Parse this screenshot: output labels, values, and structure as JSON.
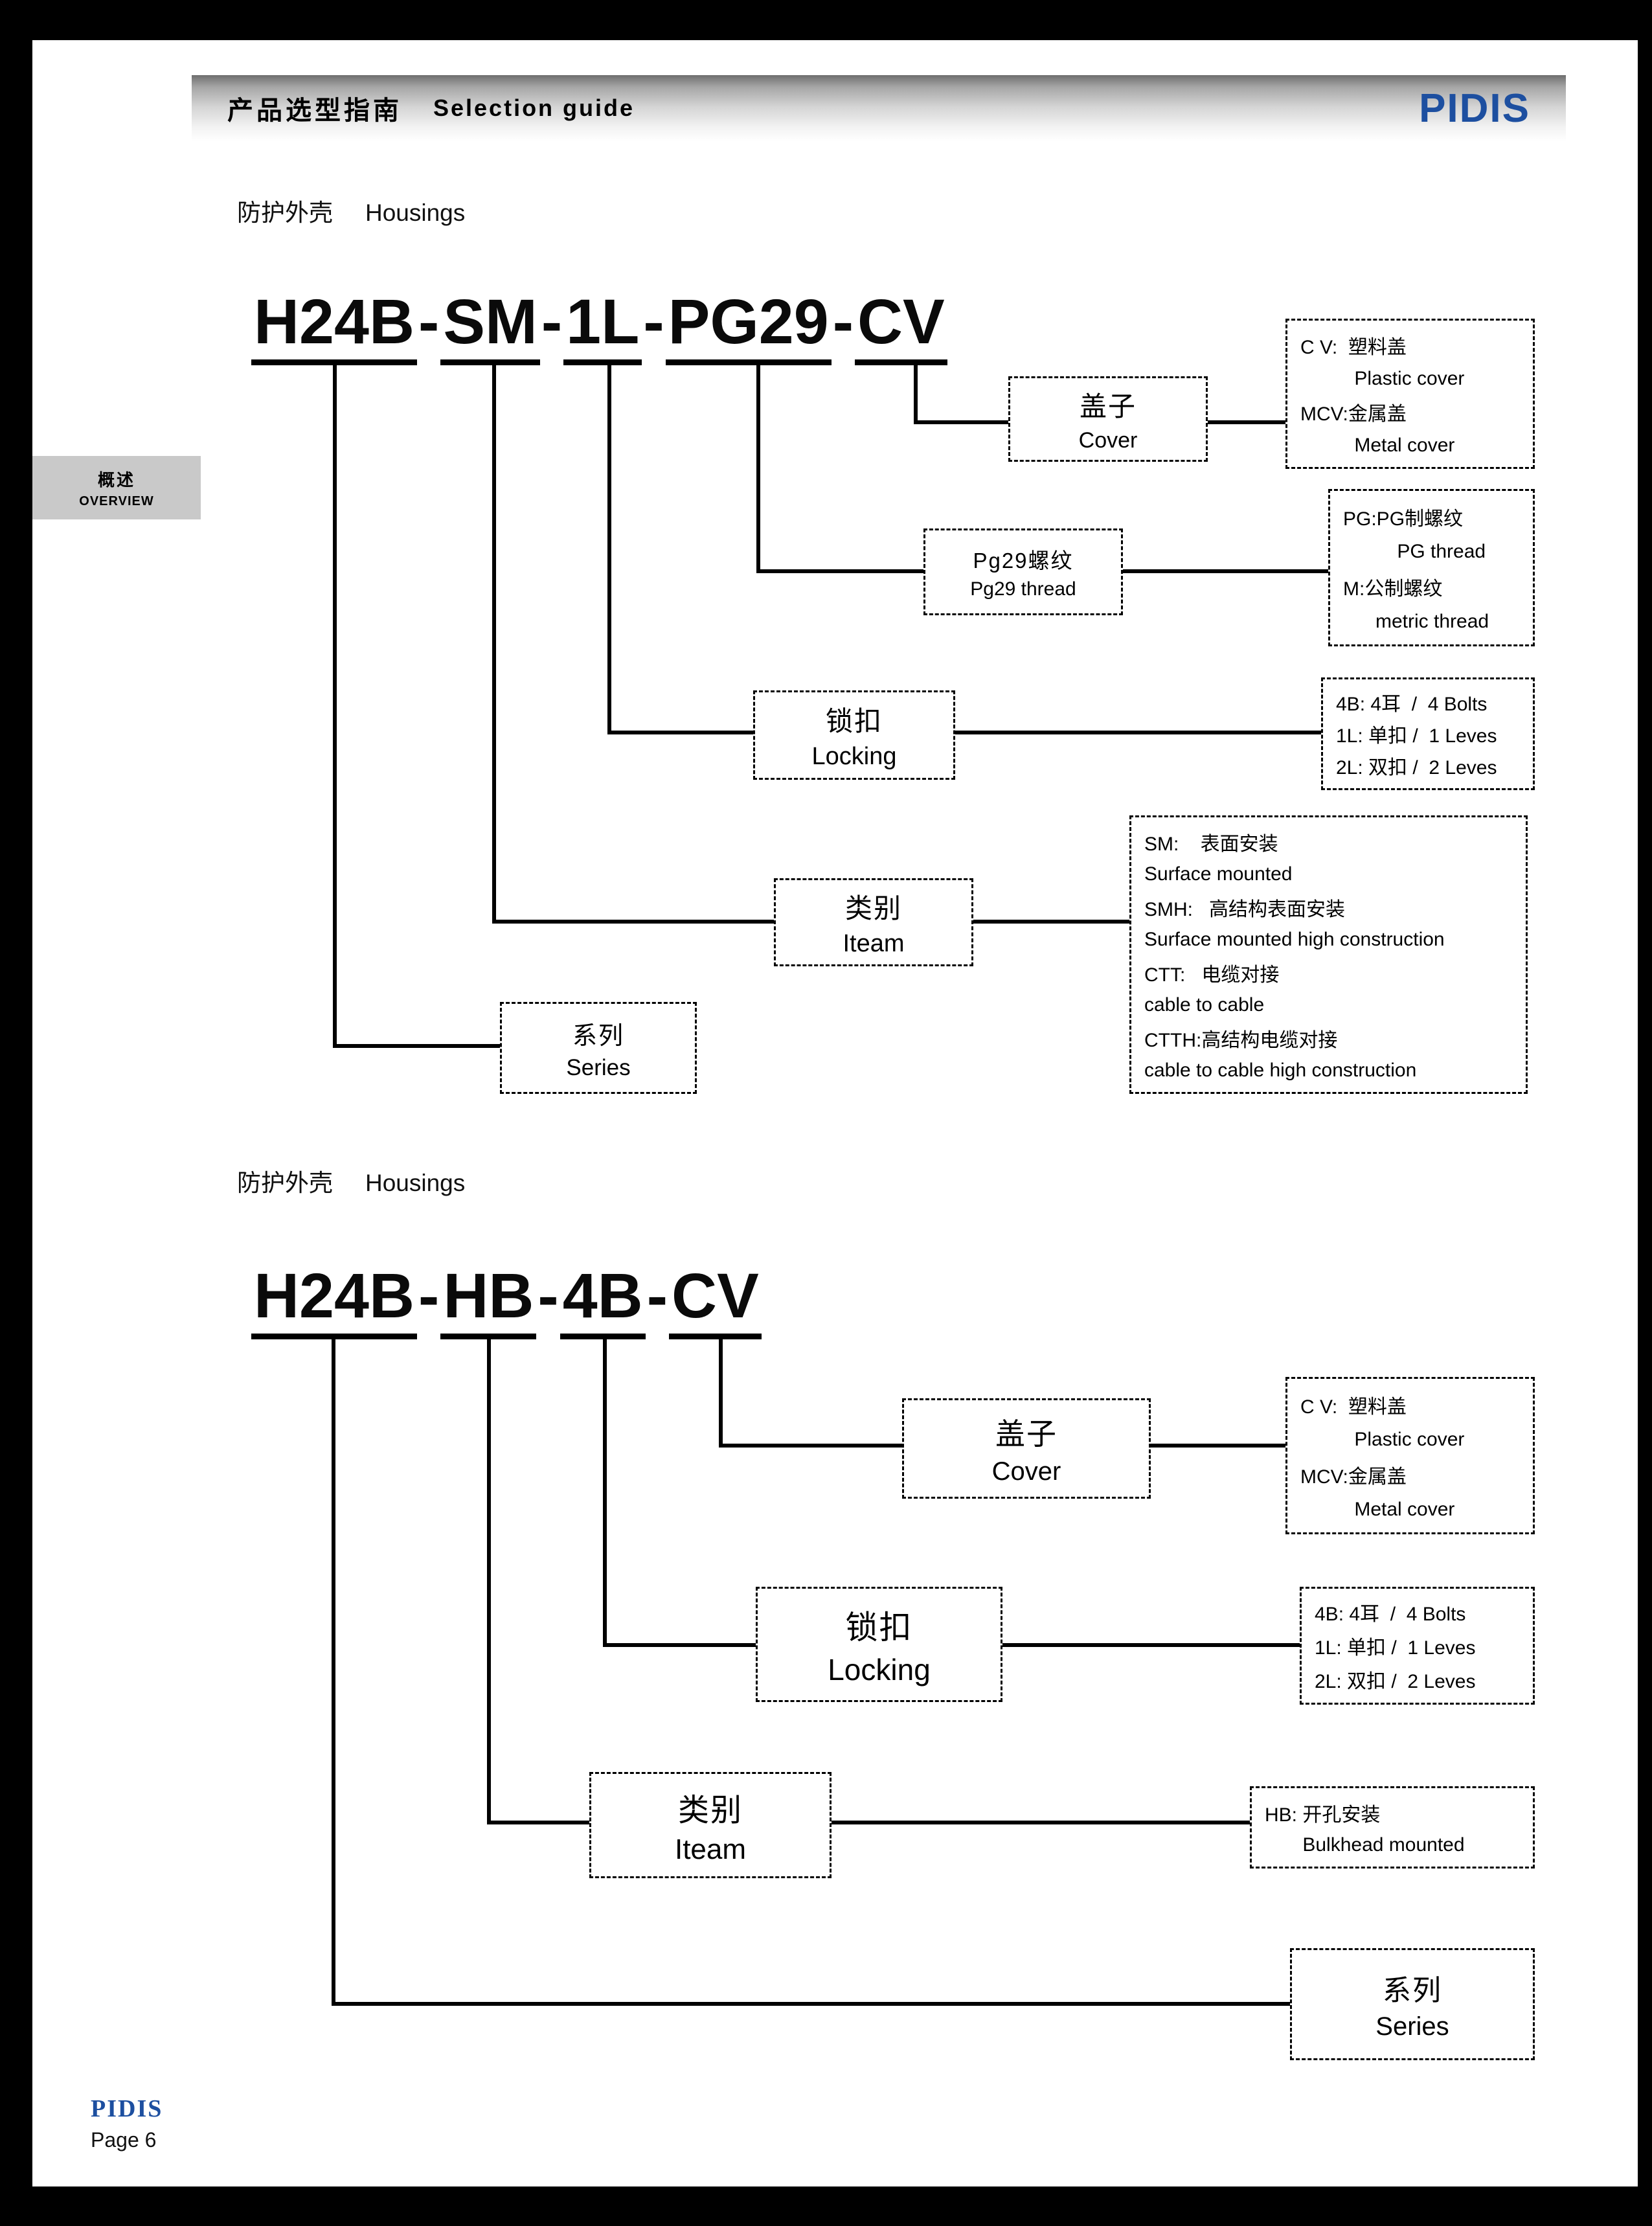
{
  "colors": {
    "brand_blue": "#1d4fa0",
    "tab_gray": "#c9c9c9",
    "line_black": "#000000"
  },
  "header": {
    "title_cn": "产品选型指南",
    "title_en": "Selection guide",
    "brand": "PIDIS"
  },
  "sidebar": {
    "tab_cn": "概述",
    "tab_en": "OVERVIEW"
  },
  "footer": {
    "brand": "PIDIS",
    "page_label": "Page 6"
  },
  "section1": {
    "heading_cn": "防护外壳",
    "heading_en": "Housings",
    "part_number": {
      "separator": "-",
      "segments": [
        "H24B",
        "SM",
        "1L",
        "PG29",
        "CV"
      ]
    },
    "cover_label": {
      "cn": "盖子",
      "en": "Cover"
    },
    "thread_label": {
      "cn": "Pg29螺纹",
      "en": "Pg29 thread"
    },
    "locking_label": {
      "cn": "锁扣",
      "en": "Locking"
    },
    "item_label": {
      "cn": "类别",
      "en": "Iteam"
    },
    "series_label": {
      "cn": "系列",
      "en": "Series"
    },
    "cover_options": [
      "C V:  塑料盖",
      "          Plastic cover",
      "MCV:金属盖",
      "          Metal cover"
    ],
    "thread_options": [
      "PG:PG制螺纹",
      "          PG thread",
      "M:公制螺纹",
      "      metric thread"
    ],
    "locking_options": [
      "4B: 4耳  /  4 Bolts",
      "1L: 单扣 /  1 Leves",
      "2L: 双扣 /  2 Leves"
    ],
    "item_options": [
      "SM:    表面安装",
      "Surface mounted",
      "SMH:   高结构表面安装",
      "Surface mounted high construction",
      "CTT:   电缆对接",
      "cable to cable",
      "CTTH:高结构电缆对接",
      "cable to cable high construction"
    ]
  },
  "section2": {
    "heading_cn": "防护外壳",
    "heading_en": "Housings",
    "part_number": {
      "separator": "-",
      "segments": [
        "H24B",
        "HB",
        "4B",
        "CV"
      ]
    },
    "cover_label": {
      "cn": "盖子",
      "en": "Cover"
    },
    "locking_label": {
      "cn": "锁扣",
      "en": "Locking"
    },
    "item_label": {
      "cn": "类别",
      "en": "Iteam"
    },
    "series_label": {
      "cn": "系列",
      "en": "Series"
    },
    "cover_options": [
      "C V:  塑料盖",
      "          Plastic cover",
      "MCV:金属盖",
      "          Metal cover"
    ],
    "locking_options": [
      "4B: 4耳  /  4 Bolts",
      "1L: 单扣 /  1 Leves",
      "2L: 双扣 /  2 Leves"
    ],
    "item_options": [
      "HB: 开孔安装",
      "       Bulkhead mounted"
    ]
  }
}
